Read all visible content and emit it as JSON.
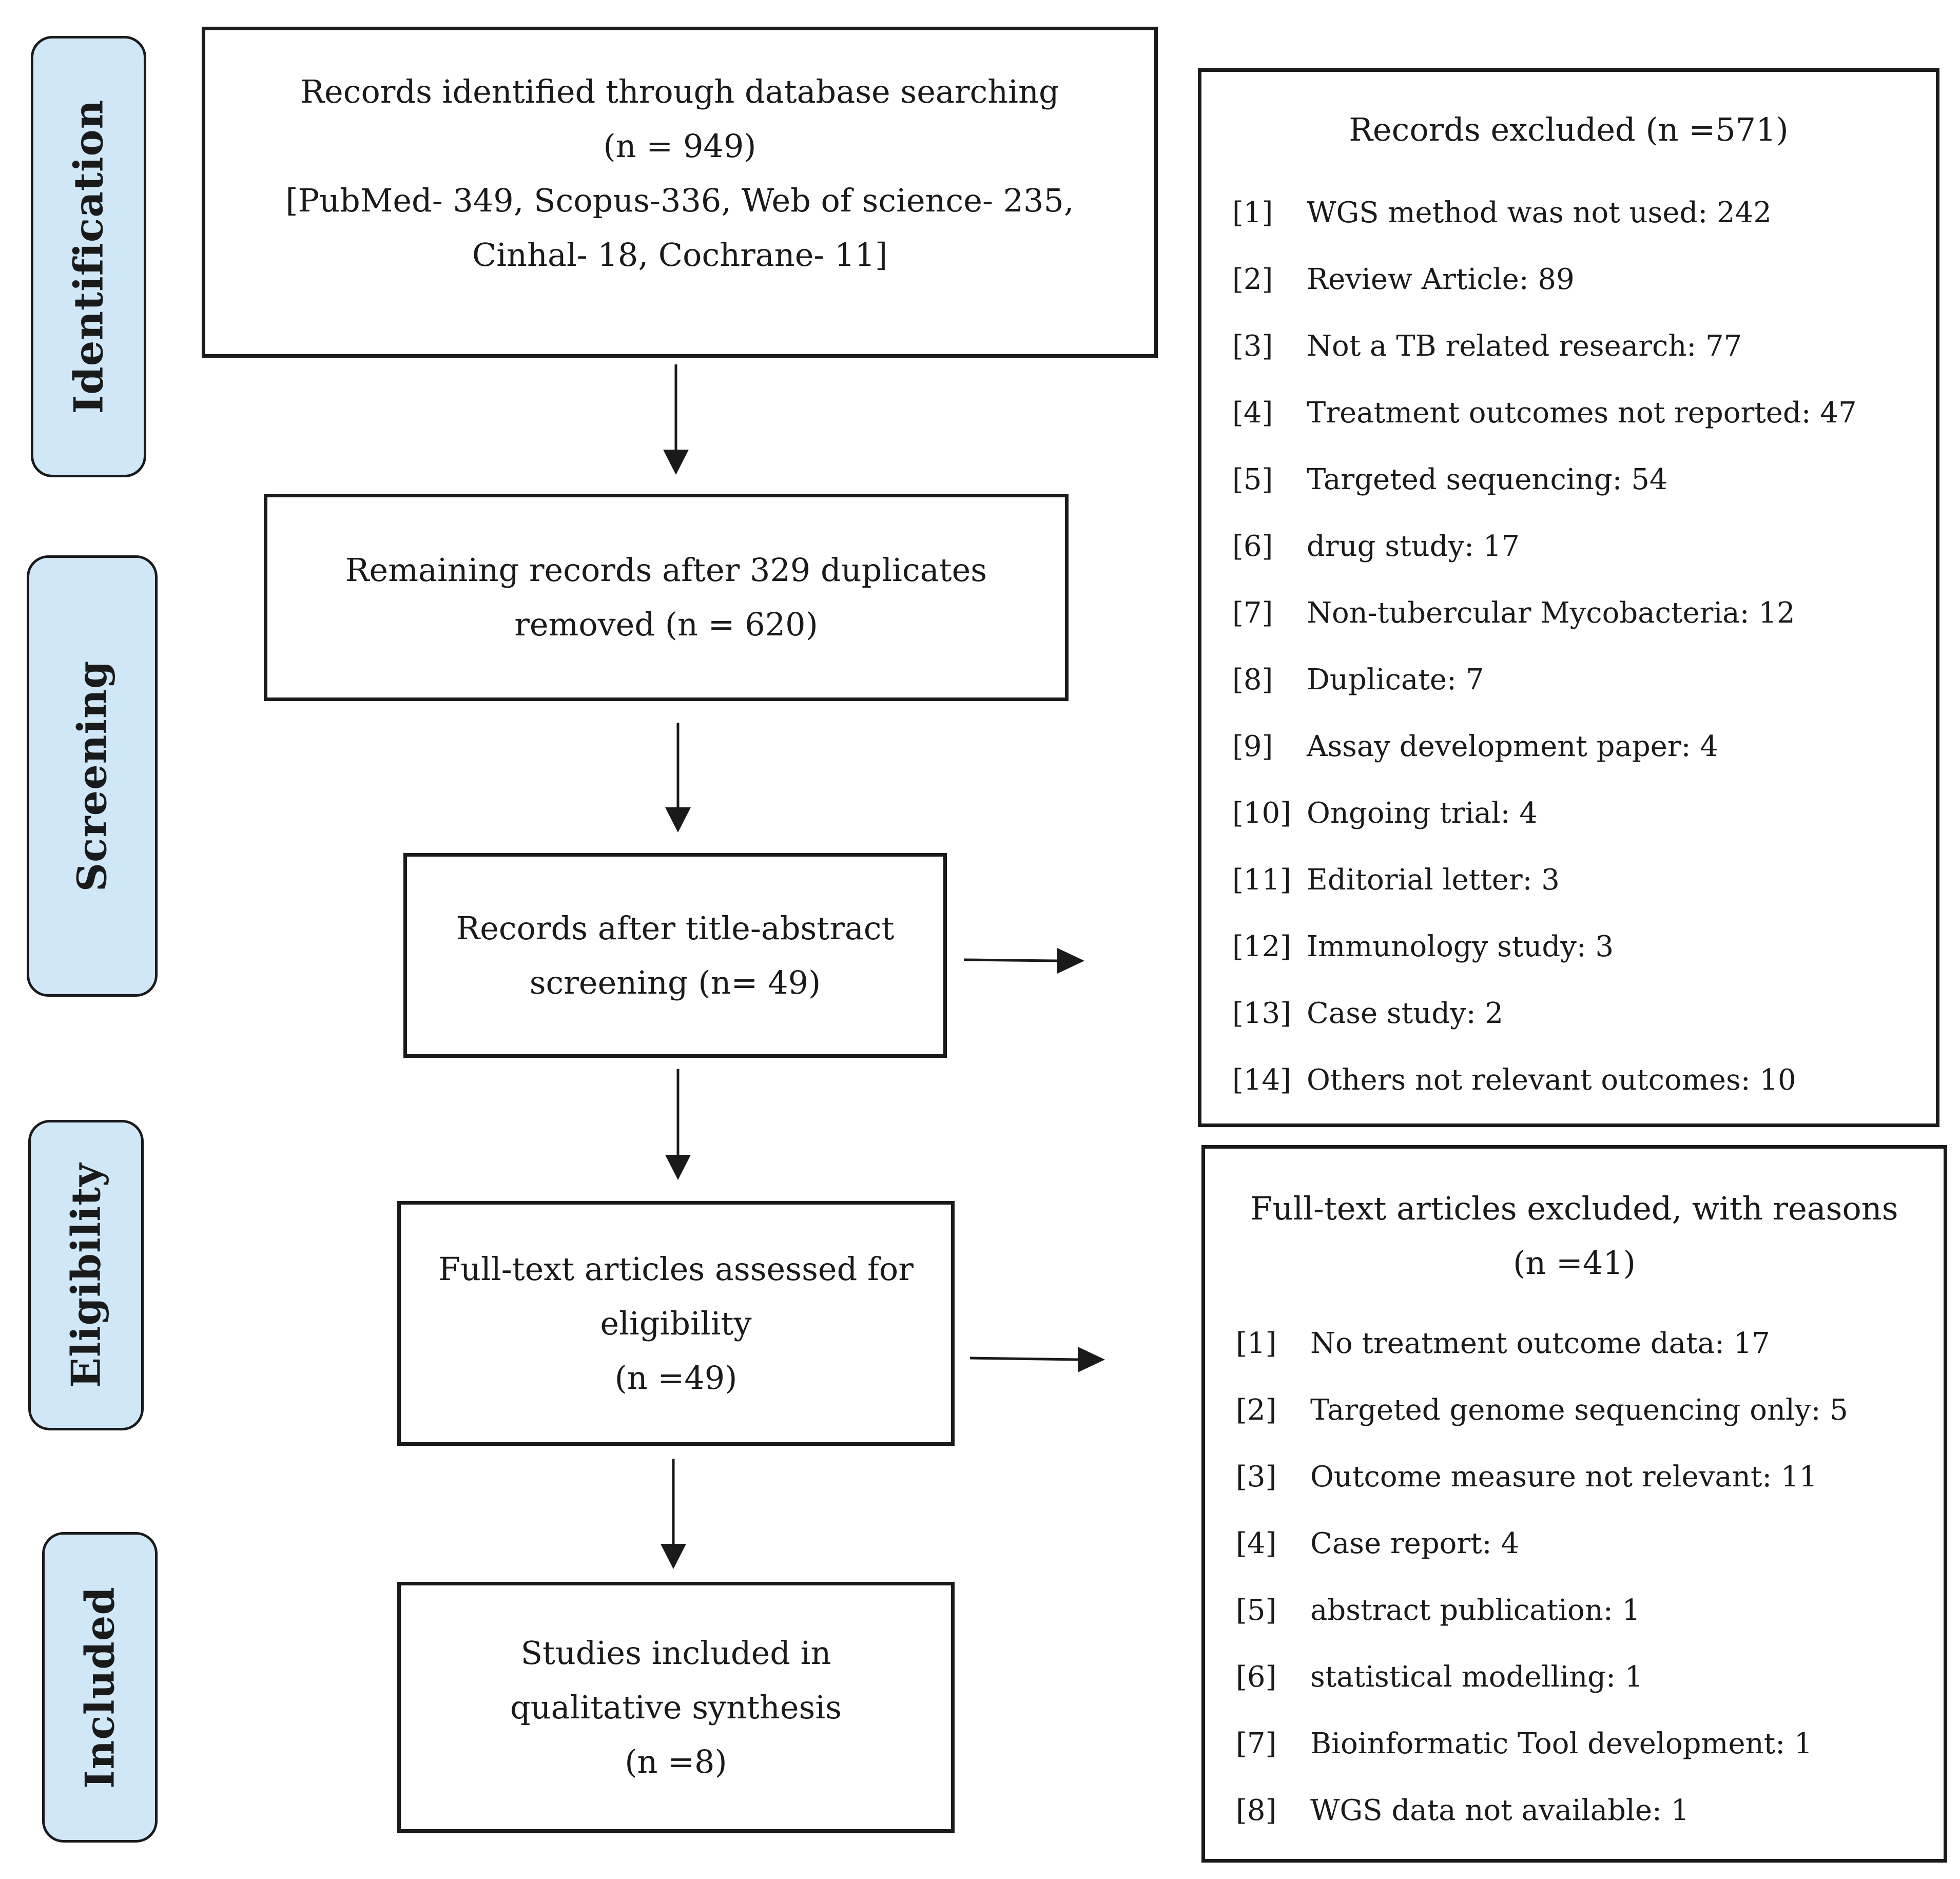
{
  "stages": [
    {
      "id": "identification",
      "label": "Identification"
    },
    {
      "id": "screening",
      "label": "Screening"
    },
    {
      "id": "eligibility",
      "label": "Eligibility"
    },
    {
      "id": "included",
      "label": "Included"
    }
  ],
  "boxes": {
    "identified": {
      "lines": [
        "Records identified through database searching",
        "(n = 949)",
        "[PubMed- 349, Scopus-336, Web of science- 235,",
        "Cinhal- 18, Cochrane- 11]"
      ]
    },
    "deduplicated": {
      "lines": [
        "Remaining records after 329 duplicates",
        "removed (n = 620)"
      ]
    },
    "screened": {
      "lines": [
        "Records after title-abstract",
        "screening (n= 49)"
      ]
    },
    "fulltext": {
      "lines": [
        "Full-text articles assessed for",
        "eligibility",
        "(n =49)"
      ]
    },
    "included": {
      "lines": [
        "Studies included in",
        "qualitative synthesis",
        "(n =8)"
      ]
    }
  },
  "records_excluded": {
    "title_lines": [
      "Records excluded (n =571)"
    ],
    "items": [
      {
        "num": "[1]",
        "text": "WGS method was not used: 242"
      },
      {
        "num": "[2]",
        "text": "Review Article: 89"
      },
      {
        "num": "[3]",
        "text": "Not a TB related research: 77"
      },
      {
        "num": "[4]",
        "text": "Treatment outcomes not reported: 47"
      },
      {
        "num": "[5]",
        "text": "Targeted sequencing: 54"
      },
      {
        "num": "[6]",
        "text": "drug study: 17"
      },
      {
        "num": "[7]",
        "text": "Non-tubercular Mycobacteria: 12"
      },
      {
        "num": "[8]",
        "text": "Duplicate: 7"
      },
      {
        "num": "[9]",
        "text": "Assay development paper:  4"
      },
      {
        "num": "[10]",
        "text": "Ongoing trial: 4"
      },
      {
        "num": "[11]",
        "text": "Editorial letter: 3"
      },
      {
        "num": "[12]",
        "text": "Immunology study: 3"
      },
      {
        "num": "[13]",
        "text": "Case study: 2"
      },
      {
        "num": "[14]",
        "text": "Others not relevant outcomes: 10"
      }
    ]
  },
  "fulltext_excluded": {
    "title_lines": [
      "Full-text articles excluded, with reasons",
      "(n =41)"
    ],
    "items": [
      {
        "num": "[1]",
        "text": "No treatment outcome data: 17"
      },
      {
        "num": "[2]",
        "text": "Targeted genome sequencing only: 5"
      },
      {
        "num": "[3]",
        "text": "Outcome measure not relevant: 11"
      },
      {
        "num": "[4]",
        "text": "Case report: 4"
      },
      {
        "num": "[5]",
        "text": "abstract publication: 1"
      },
      {
        "num": "[6]",
        "text": "statistical modelling: 1"
      },
      {
        "num": "[7]",
        "text": "Bioinformatic Tool development: 1"
      },
      {
        "num": "[8]",
        "text": "WGS data not available: 1"
      }
    ]
  },
  "colors": {
    "stage_fill": "#cfe7f6",
    "stroke": "#1a1a1a"
  }
}
